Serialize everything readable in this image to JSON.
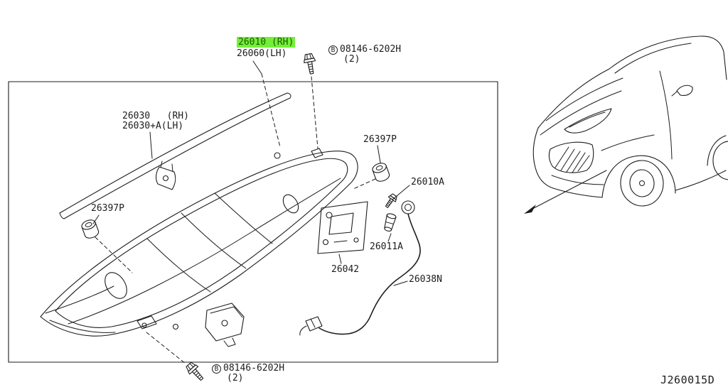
{
  "colors": {
    "highlight-bg": "#74ef38",
    "highlight-text": "#175c00",
    "ink": "#1c1c1c"
  },
  "labels": {
    "part_26010": "26010 (RH)",
    "part_26060": "26060(LH)",
    "bolt_prefix": "B",
    "bolt_top": "08146-6202H",
    "bolt_top_qty": "(2)",
    "part_26030_rh": "26030   (RH)",
    "part_26030_lh": "26030+A(LH)",
    "part_26397p_right": "26397P",
    "part_26397p_left": "26397P",
    "part_26010a": "26010A",
    "part_26011a": "26011A",
    "part_26042": "26042",
    "part_26038n": "26038N",
    "bolt_bottom": "08146-6202H",
    "bolt_bottom_qty": "(2)",
    "diagram_code": "J260015D"
  }
}
